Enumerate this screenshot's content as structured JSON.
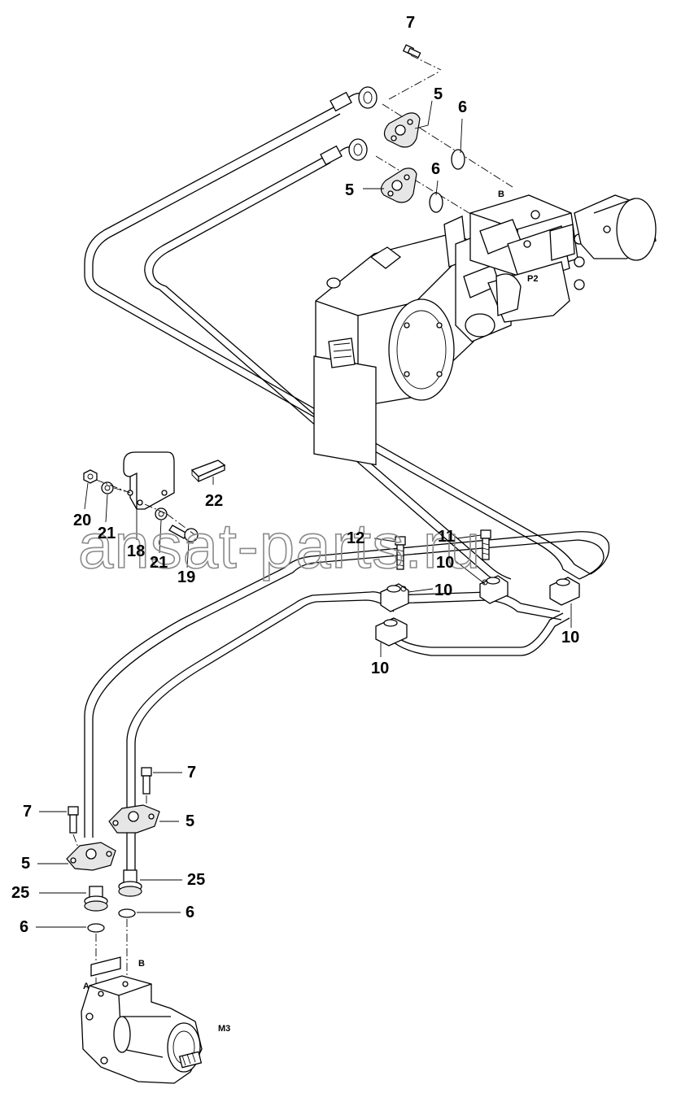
{
  "watermark": "ansat-parts.ru",
  "callouts": [
    {
      "id": "c7-top",
      "text": "7"
    },
    {
      "id": "c5-top-a",
      "text": "5"
    },
    {
      "id": "c6-top-a",
      "text": "6"
    },
    {
      "id": "c6-top-b",
      "text": "6"
    },
    {
      "id": "c5-top-b",
      "text": "5"
    },
    {
      "id": "c22",
      "text": "22"
    },
    {
      "id": "c20",
      "text": "20"
    },
    {
      "id": "c21-a",
      "text": "21"
    },
    {
      "id": "c18",
      "text": "18"
    },
    {
      "id": "c21-b",
      "text": "21"
    },
    {
      "id": "c19",
      "text": "19"
    },
    {
      "id": "c12",
      "text": "12"
    },
    {
      "id": "c11",
      "text": "11"
    },
    {
      "id": "c10-a",
      "text": "10"
    },
    {
      "id": "c10-b",
      "text": "10"
    },
    {
      "id": "c10-c",
      "text": "10"
    },
    {
      "id": "c10-d",
      "text": "10"
    },
    {
      "id": "c7-mid",
      "text": "7"
    },
    {
      "id": "c7-left",
      "text": "7"
    },
    {
      "id": "c5-mid",
      "text": "5"
    },
    {
      "id": "c5-left",
      "text": "5"
    },
    {
      "id": "c25-right",
      "text": "25"
    },
    {
      "id": "c25-left",
      "text": "25"
    },
    {
      "id": "c6-right",
      "text": "6"
    },
    {
      "id": "c6-left",
      "text": "6"
    }
  ],
  "port_labels": [
    {
      "id": "pump-port-b",
      "text": "B"
    },
    {
      "id": "pump-port-p2",
      "text": "P2"
    },
    {
      "id": "motor-port-a",
      "text": "A"
    },
    {
      "id": "motor-port-b",
      "text": "B"
    },
    {
      "id": "motor-label",
      "text": "M3"
    }
  ]
}
